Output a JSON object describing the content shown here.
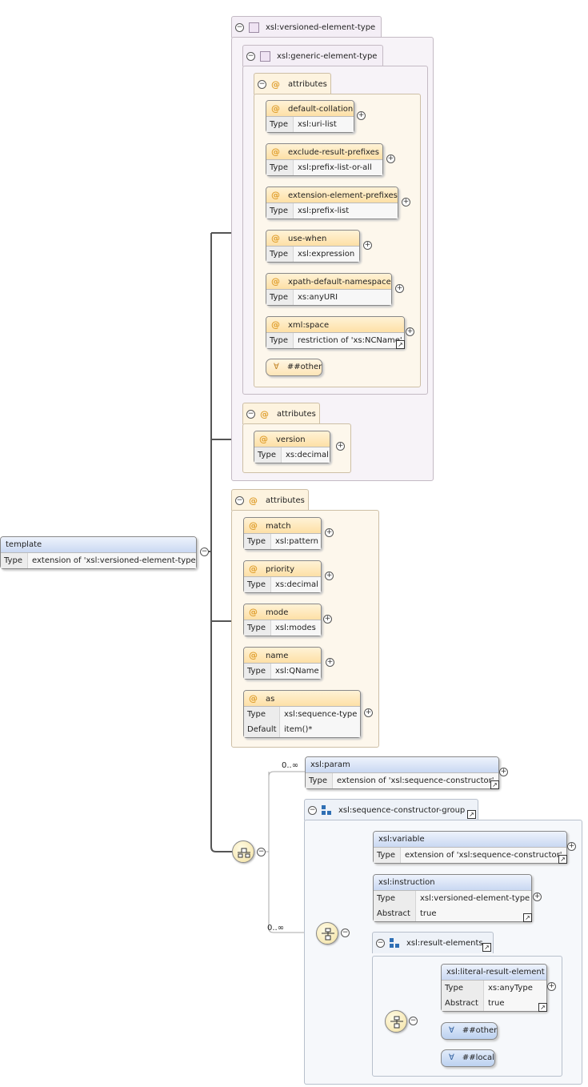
{
  "root": {
    "name": "template",
    "type_key": "Type",
    "type_value": "extension of 'xsl:versioned-element-type'"
  },
  "groups": {
    "versioned": {
      "name": "xsl:versioned-element-type"
    },
    "generic": {
      "name": "xsl:generic-element-type"
    },
    "attrs_generic": {
      "name": "attributes"
    },
    "attrs_version": {
      "name": "attributes"
    },
    "attrs_template": {
      "name": "attributes"
    },
    "seq_group": {
      "name": "xsl:sequence-constructor-group"
    },
    "result_elements": {
      "name": "xsl:result-elements"
    }
  },
  "attributes": {
    "default_collation": {
      "name": "default-collation",
      "type_key": "Type",
      "type_value": "xsl:uri-list"
    },
    "exclude_result_prefixes": {
      "name": "exclude-result-prefixes",
      "type_key": "Type",
      "type_value": "xsl:prefix-list-or-all"
    },
    "extension_element_prefixes": {
      "name": "extension-element-prefixes",
      "type_key": "Type",
      "type_value": "xsl:prefix-list"
    },
    "use_when": {
      "name": "use-when",
      "type_key": "Type",
      "type_value": "xsl:expression"
    },
    "xpath_default_namespace": {
      "name": "xpath-default-namespace",
      "type_key": "Type",
      "type_value": "xs:anyURI"
    },
    "xml_space": {
      "name": "xml:space",
      "type_key": "Type",
      "type_value": "restriction of 'xs:NCName'"
    },
    "version": {
      "name": "version",
      "type_key": "Type",
      "type_value": "xs:decimal"
    },
    "match": {
      "name": "match",
      "type_key": "Type",
      "type_value": "xsl:pattern"
    },
    "priority": {
      "name": "priority",
      "type_key": "Type",
      "type_value": "xs:decimal"
    },
    "mode": {
      "name": "mode",
      "type_key": "Type",
      "type_value": "xsl:modes"
    },
    "name": {
      "name": "name",
      "type_key": "Type",
      "type_value": "xsl:QName"
    },
    "as": {
      "name": "as",
      "type_key": "Type",
      "type_value": "xsl:sequence-type",
      "default_key": "Default",
      "default_value": "item()*"
    }
  },
  "wildcards": {
    "attr_other": {
      "symbol": "∀",
      "label": "##other"
    },
    "elem_other": {
      "symbol": "∀",
      "label": "##other"
    },
    "elem_local": {
      "symbol": "∀",
      "label": "##local"
    }
  },
  "elements": {
    "param": {
      "name": "xsl:param",
      "type_key": "Type",
      "type_value": "extension of 'xsl:sequence-constructor'",
      "occurs": "0..∞"
    },
    "variable": {
      "name": "xsl:variable",
      "type_key": "Type",
      "type_value": "extension of 'xsl:sequence-constructor'"
    },
    "instruction": {
      "name": "xsl:instruction",
      "type_key": "Type",
      "type_value": "xsl:versioned-element-type",
      "abstract_key": "Abstract",
      "abstract_value": "true"
    },
    "literal_result_element": {
      "name": "xsl:literal-result-element",
      "type_key": "Type",
      "type_value": "xs:anyType",
      "abstract_key": "Abstract",
      "abstract_value": "true"
    }
  },
  "choice_occurs": "0..∞",
  "symbols": {
    "collapse": "−",
    "expand": "+",
    "at": "@",
    "link": "↗"
  },
  "colors": {
    "attribute_header": "#fde0a6",
    "element_header": "#c9d8f2",
    "connector": "#555555"
  }
}
